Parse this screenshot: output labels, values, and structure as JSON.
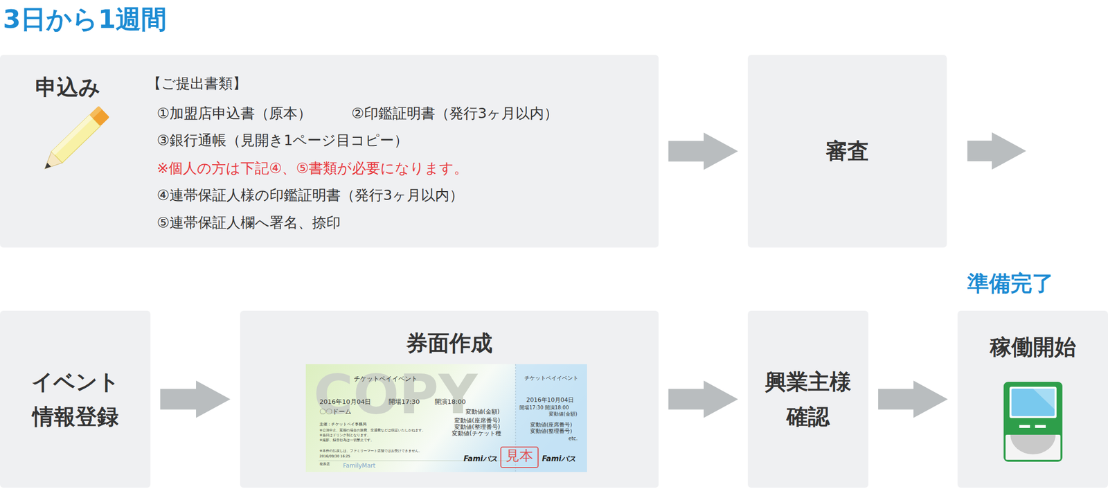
{
  "diagram": {
    "title": "3日から1週間",
    "nodes": [
      {
        "text": [
          "申込み",
          "【ご提出書類】",
          "①加盟店申込書（原本）",
          "②印鑑証明書（発行3ヶ月以内）",
          "③銀行通帳（見開き1ページ目コピー）",
          "※個人の方は下記④、⑤書類が必要になります。",
          "④連帯保証人様の印鑑証明書（発行3ヶ月以内）",
          "⑤連帯保証人欄へ署名、捺印"
        ]
      },
      {
        "text": [
          "審査"
        ]
      },
      {
        "text": [
          "イベント 情報登録"
        ]
      },
      {
        "text": [
          "券面作成"
        ]
      },
      {
        "text": [
          "興業主様 確認"
        ]
      },
      {
        "text": [
          "準備完了",
          "稼働開始"
        ]
      }
    ],
    "edges": [
      {
        "from": 0,
        "to": 1,
        "arrow": "to"
      },
      {
        "from": 2,
        "to": 3,
        "arrow": "to"
      },
      {
        "from": 3,
        "to": 4,
        "arrow": "to"
      },
      {
        "from": 4,
        "to": 5,
        "arrow": "to"
      }
    ],
    "labels": [
      "COPY",
      "チケットペイイベント",
      "チケットペイイベント",
      "2016年10月04日",
      "開場17:30",
      "開演18:00",
      "2016年10月04日",
      "開場17:30",
      "開演18:00",
      "〇〇ドーム",
      "変動値(金額)",
      "変動値(金額)",
      "主催：チケットペイ事務局",
      "変動値(座席番号)",
      "変動値(整理番号)",
      "変動値(チケット種",
      "変動値(座席番号)",
      "変動値(整理番号)",
      "etc.",
      "※公演中止、延期の場合の旅費、交通費などは保証いたしかねます。",
      "※当日はドリンク制となります。",
      "※撮影、録音行為は一切禁止です。",
      "※本件の払戻しは、ファミリーマート店舗ではお受けできません。",
      "2016/09/30 16:25",
      "発券店",
      "見本",
      "Famiパス",
      "Famiパス",
      "FamilyMart"
    ]
  }
}
